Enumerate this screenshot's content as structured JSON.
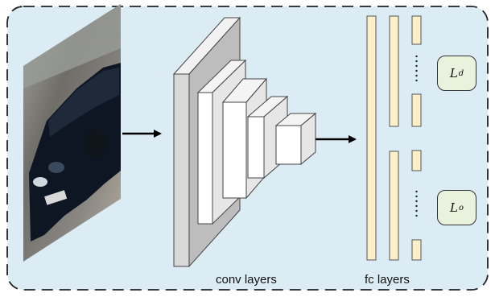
{
  "labels": {
    "conv": "conv layers",
    "fc": "fc layers"
  },
  "losses": {
    "top": {
      "main": "L",
      "sub": "d"
    },
    "bottom": {
      "main": "L",
      "sub": "o"
    }
  },
  "colors": {
    "panel_fill": "#dbecf5",
    "panel_border": "#222222",
    "fc_fill": "#fbf0c8",
    "fc_stroke": "#555555",
    "loss_fill": "#e9f2dc"
  },
  "image": {
    "name": "car-photo"
  }
}
